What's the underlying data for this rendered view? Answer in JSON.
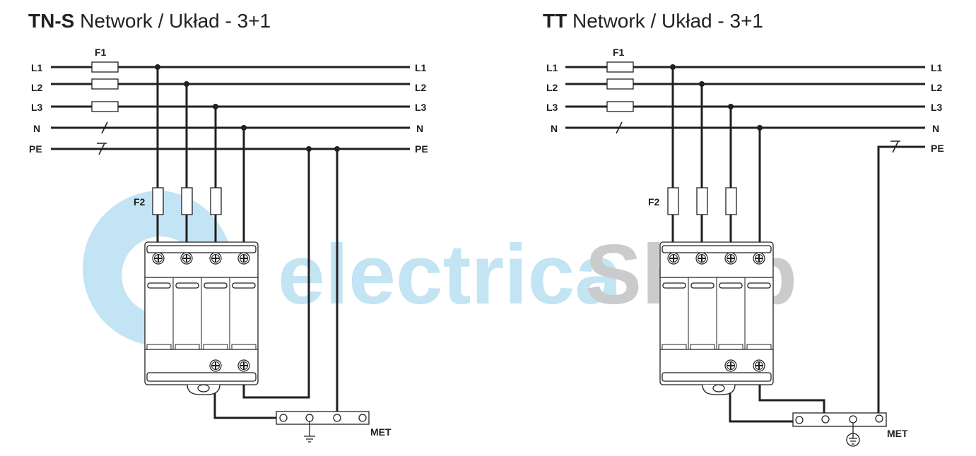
{
  "watermark": {
    "part1": "electrica",
    "part2": "Shop",
    "color1": "#bfe3f3",
    "color2": "#c8c9cb"
  },
  "left": {
    "title_bold": "TN-S",
    "title_rest": " Network / Układ - 3+1",
    "lines": [
      "L1",
      "L2",
      "L3",
      "N",
      "PE"
    ],
    "f1": "F1",
    "f2": "F2",
    "met": "MET"
  },
  "right": {
    "title_bold": "TT",
    "title_rest": " Network / Układ - 3+1",
    "lines": [
      "L1",
      "L2",
      "L3",
      "N",
      "PE"
    ],
    "f1": "F1",
    "f2": "F2",
    "met": "MET"
  }
}
